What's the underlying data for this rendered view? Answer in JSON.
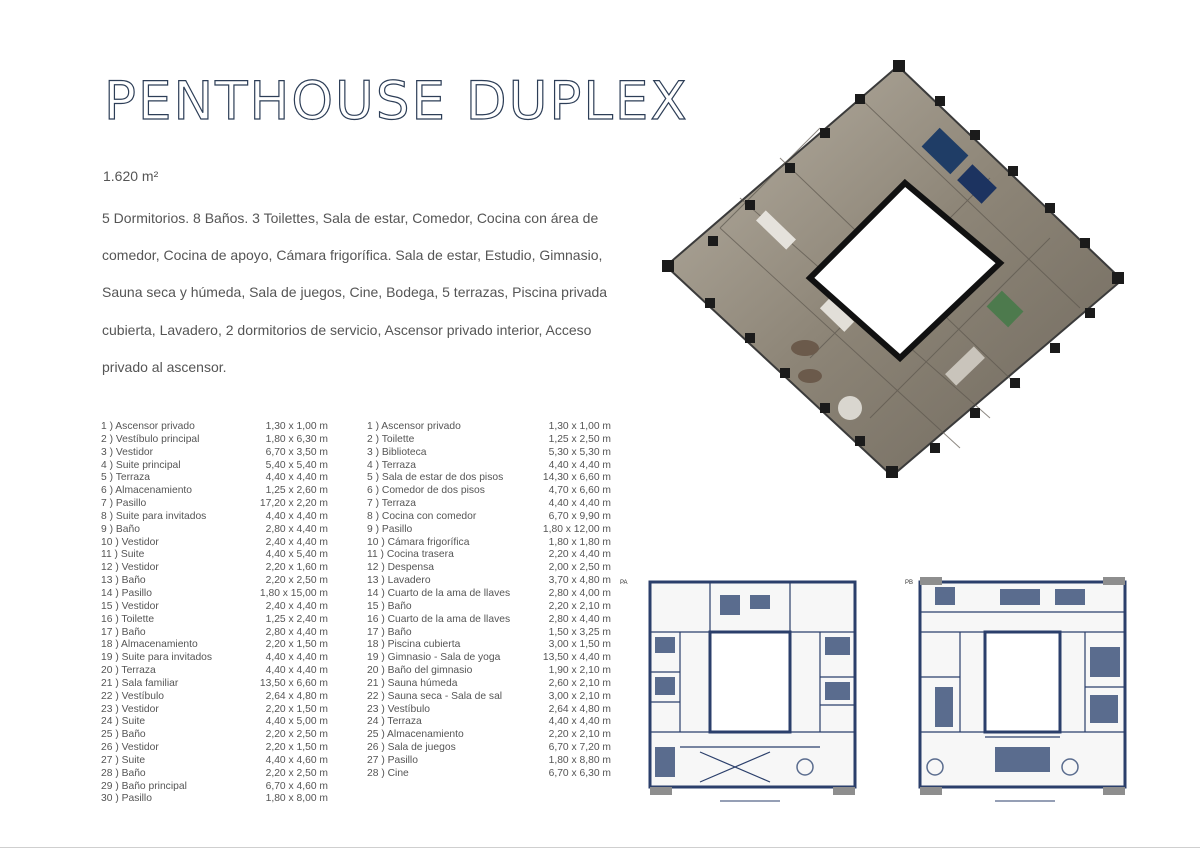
{
  "title": "PENTHOUSE DUPLEX",
  "area": "1.620 m²",
  "description": "5 Dormitorios. 8 Baños. 3 Toilettes, Sala de estar, Comedor, Cocina con área de comedor, Cocina de apoyo, Cámara frigorífica. Sala de estar, Estudio, Gimnasio, Sauna seca y húmeda, Sala de juegos, Cine, Bodega, 5 terrazas, Piscina privada cubierta, Lavadero, 2 dormitorios de servicio, Ascensor privado interior, Acceso privado al ascensor.",
  "rooms_left": [
    {
      "label": "1 ) Ascensor privado",
      "dims": "1,30 x 1,00 m"
    },
    {
      "label": "2 ) Vestíbulo principal",
      "dims": "1,80 x 6,30 m"
    },
    {
      "label": "3 ) Vestidor",
      "dims": "6,70 x 3,50 m"
    },
    {
      "label": "4 ) Suite principal",
      "dims": "5,40 x 5,40 m"
    },
    {
      "label": "5 ) Terraza",
      "dims": "4,40 x 4,40 m"
    },
    {
      "label": "6 ) Almacenamiento",
      "dims": "1,25 x 2,60 m"
    },
    {
      "label": "7 ) Pasillo",
      "dims": "17,20 x 2,20 m"
    },
    {
      "label": "8 ) Suite para invitados",
      "dims": "4,40 x 4,40 m"
    },
    {
      "label": "9 ) Baño",
      "dims": "2,80 x 4,40 m"
    },
    {
      "label": "10 ) Vestidor",
      "dims": "2,40 x 4,40 m"
    },
    {
      "label": "11 ) Suite",
      "dims": "4,40 x 5,40 m"
    },
    {
      "label": "12 ) Vestidor",
      "dims": "2,20 x 1,60 m"
    },
    {
      "label": "13 ) Baño",
      "dims": "2,20 x 2,50 m"
    },
    {
      "label": "14 ) Pasillo",
      "dims": "1,80 x 15,00 m"
    },
    {
      "label": "15 ) Vestidor",
      "dims": "2,40 x 4,40 m"
    },
    {
      "label": "16 ) Toilette",
      "dims": "1,25 x 2,40 m"
    },
    {
      "label": "17 ) Baño",
      "dims": "2,80 x 4,40 m"
    },
    {
      "label": "18 ) Almacenamiento",
      "dims": "2,20 x 1,50 m"
    },
    {
      "label": "19 ) Suite para invitados",
      "dims": "4,40 x 4,40 m"
    },
    {
      "label": "20 ) Terraza",
      "dims": "4,40 x 4,40 m"
    },
    {
      "label": "21 ) Sala familiar",
      "dims": "13,50 x 6,60 m"
    },
    {
      "label": "22 ) Vestíbulo",
      "dims": "2,64 x 4,80 m"
    },
    {
      "label": "23 ) Vestidor",
      "dims": "2,20 x 1,50 m"
    },
    {
      "label": "24 ) Suite",
      "dims": "4,40 x 5,00 m"
    },
    {
      "label": "25 ) Baño",
      "dims": "2,20 x 2,50 m"
    },
    {
      "label": "26 ) Vestidor",
      "dims": "2,20 x 1,50 m"
    },
    {
      "label": "27 ) Suite",
      "dims": "4,40 x 4,60 m"
    },
    {
      "label": "28 ) Baño",
      "dims": "2,20 x 2,50 m"
    },
    {
      "label": "29 ) Baño principal",
      "dims": "6,70 x 4,60 m"
    },
    {
      "label": "30 ) Pasillo",
      "dims": "1,80 x 8,00 m"
    }
  ],
  "rooms_right": [
    {
      "label": "1 ) Ascensor privado",
      "dims": "1,30 x 1,00 m"
    },
    {
      "label": "2 ) Toilette",
      "dims": "1,25 x 2,50 m"
    },
    {
      "label": "3 ) Biblioteca",
      "dims": "5,30 x 5,30 m"
    },
    {
      "label": "4 ) Terraza",
      "dims": "4,40 x 4,40 m"
    },
    {
      "label": "5 ) Sala de estar de dos pisos",
      "dims": "14,30 x 6,60 m"
    },
    {
      "label": "6 ) Comedor de dos pisos",
      "dims": "4,70 x 6,60 m"
    },
    {
      "label": "7 ) Terraza",
      "dims": "4,40 x 4,40 m"
    },
    {
      "label": "8 ) Cocina con comedor",
      "dims": "6,70 x 9,90 m"
    },
    {
      "label": "9 ) Pasillo",
      "dims": "1,80 x 12,00 m"
    },
    {
      "label": "10 ) Cámara frigorífica",
      "dims": "1,80 x 1,80 m"
    },
    {
      "label": "11 ) Cocina trasera",
      "dims": "2,20 x 4,40 m"
    },
    {
      "label": "12 ) Despensa",
      "dims": "2,00 x 2,50 m"
    },
    {
      "label": "13 ) Lavadero",
      "dims": "3,70 x 4,80 m"
    },
    {
      "label": "14 ) Cuarto de la ama de llaves",
      "dims": "2,80 x 4,00 m"
    },
    {
      "label": "15 ) Baño",
      "dims": "2,20 x 2,10 m"
    },
    {
      "label": "16 ) Cuarto de la ama de llaves",
      "dims": "2,80 x 4,40 m"
    },
    {
      "label": "17 ) Baño",
      "dims": "1,50 x 3,25 m"
    },
    {
      "label": "18 ) Piscina cubierta",
      "dims": "3,00 x 1,50 m"
    },
    {
      "label": "19 ) Gimnasio - Sala de yoga",
      "dims": "13,50 x 4,40 m"
    },
    {
      "label": "20 ) Baño del gimnasio",
      "dims": "1,90 x 2,10 m"
    },
    {
      "label": "21 ) Sauna húmeda",
      "dims": "2,60 x 2,10 m"
    },
    {
      "label": "22 ) Sauna seca - Sala de sal",
      "dims": "3,00 x 2,10 m"
    },
    {
      "label": "23 ) Vestíbulo",
      "dims": "2,64 x 4,80 m"
    },
    {
      "label": "24 ) Terraza",
      "dims": "4,40 x 4,40 m"
    },
    {
      "label": "25 ) Almacenamiento",
      "dims": "2,20 x 2,10 m"
    },
    {
      "label": "26 ) Sala de juegos",
      "dims": "6,70 x 7,20 m"
    },
    {
      "label": "27 ) Pasillo",
      "dims": "1,80 x 8,80 m"
    },
    {
      "label": "28 ) Cine",
      "dims": "6,70 x 6,30 m"
    }
  ],
  "plans": {
    "lower_tag": "PA",
    "upper_tag": "PB"
  },
  "colors": {
    "title_outline": "#2d3e57",
    "plan_wall": "#2b3f6b",
    "text": "#555555"
  }
}
